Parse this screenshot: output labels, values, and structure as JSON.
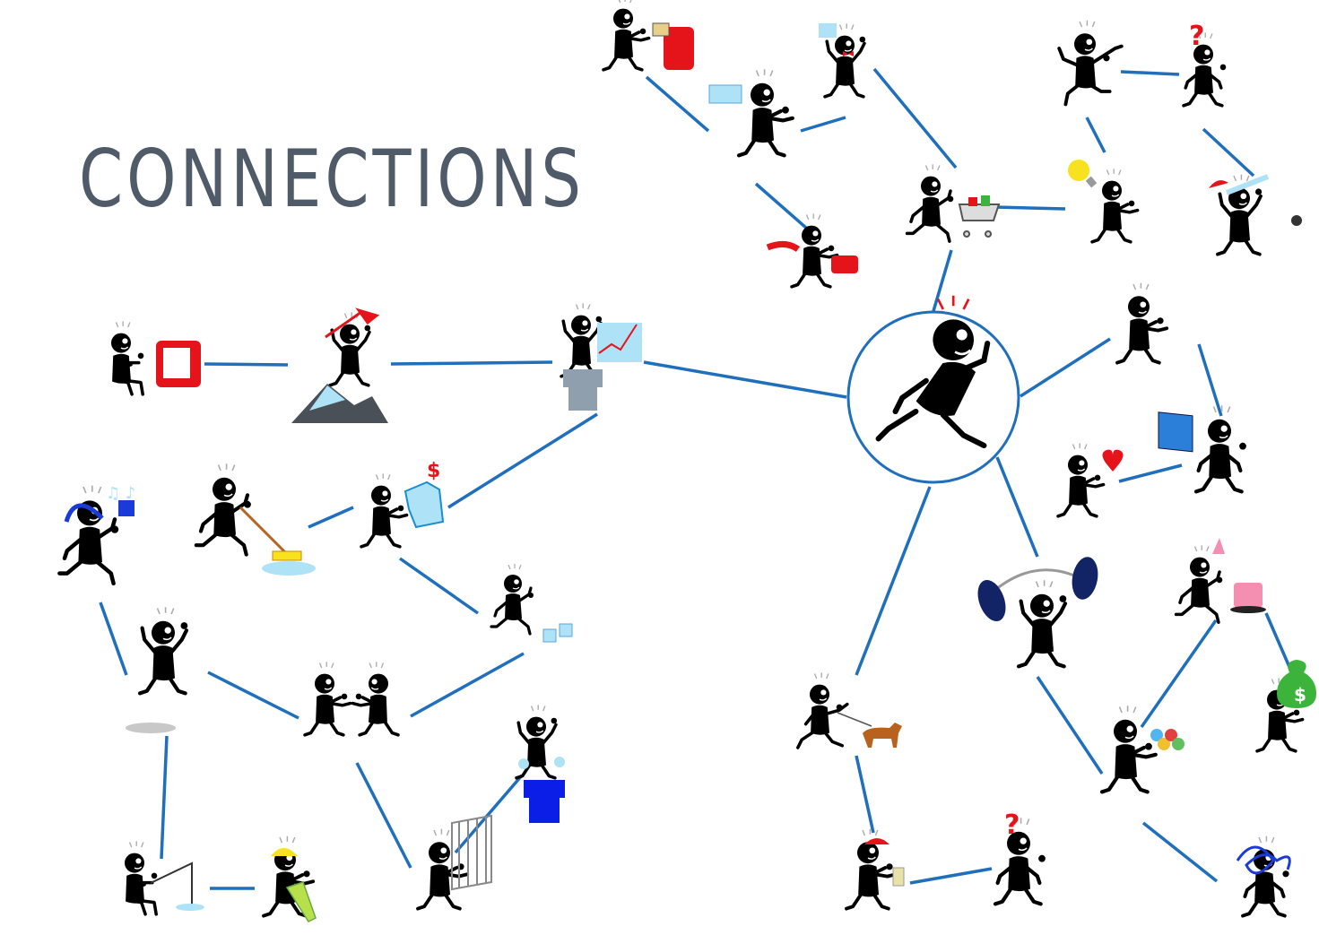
{
  "title": "CONNECTIONS",
  "colors": {
    "title": "#4f5b69",
    "line": "#1f6fbd",
    "hub_ring": "#1f6fbd",
    "figure": "#000000",
    "red": "#e5141b",
    "blue": "#1b3bd8",
    "navy": "#132466",
    "sky": "#aee3f7",
    "gray": "#8f9fae",
    "yellow": "#f8e21f",
    "green": "#3cb43c",
    "brown": "#b8621e",
    "pink": "#f48fb1"
  },
  "hub": {
    "label": "",
    "props": []
  },
  "people": [
    {
      "id": "mail",
      "props": [
        "mailbox",
        "letter"
      ]
    },
    {
      "id": "letter",
      "props": [
        "envelope"
      ]
    },
    {
      "id": "phone",
      "props": [
        "telephone"
      ]
    },
    {
      "id": "tophat",
      "props": [
        "top-hat",
        "bow-tie"
      ]
    },
    {
      "id": "shopper",
      "props": [
        "shopping-cart"
      ]
    },
    {
      "id": "pointer",
      "props": [
        "pointing"
      ]
    },
    {
      "id": "question1",
      "props": [
        "question-mark"
      ]
    },
    {
      "id": "idea",
      "props": [
        "light-bulb"
      ]
    },
    {
      "id": "batter",
      "props": [
        "baseball-bat",
        "baseball"
      ]
    },
    {
      "id": "reader",
      "props": [
        "book"
      ]
    },
    {
      "id": "heart",
      "props": [
        "heart"
      ]
    },
    {
      "id": "proud",
      "props": []
    },
    {
      "id": "weightlifter",
      "props": [
        "barbell"
      ]
    },
    {
      "id": "party",
      "props": [
        "party-hat",
        "birthday-cake"
      ]
    },
    {
      "id": "money",
      "props": [
        "money-bag"
      ]
    },
    {
      "id": "flowers",
      "props": [
        "bouquet"
      ]
    },
    {
      "id": "tangled",
      "props": [
        "tangle"
      ]
    },
    {
      "id": "dogwalker",
      "props": [
        "dog",
        "leash"
      ]
    },
    {
      "id": "drinker",
      "props": [
        "cap",
        "drink"
      ]
    },
    {
      "id": "question2",
      "props": [
        "question-mark"
      ]
    },
    {
      "id": "presenter",
      "props": [
        "podium",
        "growth-chart"
      ]
    },
    {
      "id": "climber",
      "props": [
        "mountain",
        "flag"
      ]
    },
    {
      "id": "tv",
      "props": [
        "television"
      ]
    },
    {
      "id": "gambler",
      "props": [
        "slot-machine"
      ]
    },
    {
      "id": "sweeper",
      "props": [
        "mop",
        "puddle"
      ]
    },
    {
      "id": "dice",
      "props": [
        "dice"
      ]
    },
    {
      "id": "music",
      "props": [
        "headphones",
        "music-notes"
      ]
    },
    {
      "id": "jumper",
      "props": [
        "shadow"
      ]
    },
    {
      "id": "handshake",
      "props": [
        "two-people"
      ]
    },
    {
      "id": "prisoner",
      "props": [
        "cage"
      ]
    },
    {
      "id": "winner",
      "props": [
        "trophy-podium",
        "trophies"
      ]
    },
    {
      "id": "fisher",
      "props": [
        "fishing-rod",
        "ice-hole"
      ]
    },
    {
      "id": "driller",
      "props": [
        "hard-hat",
        "jackhammer"
      ]
    }
  ]
}
